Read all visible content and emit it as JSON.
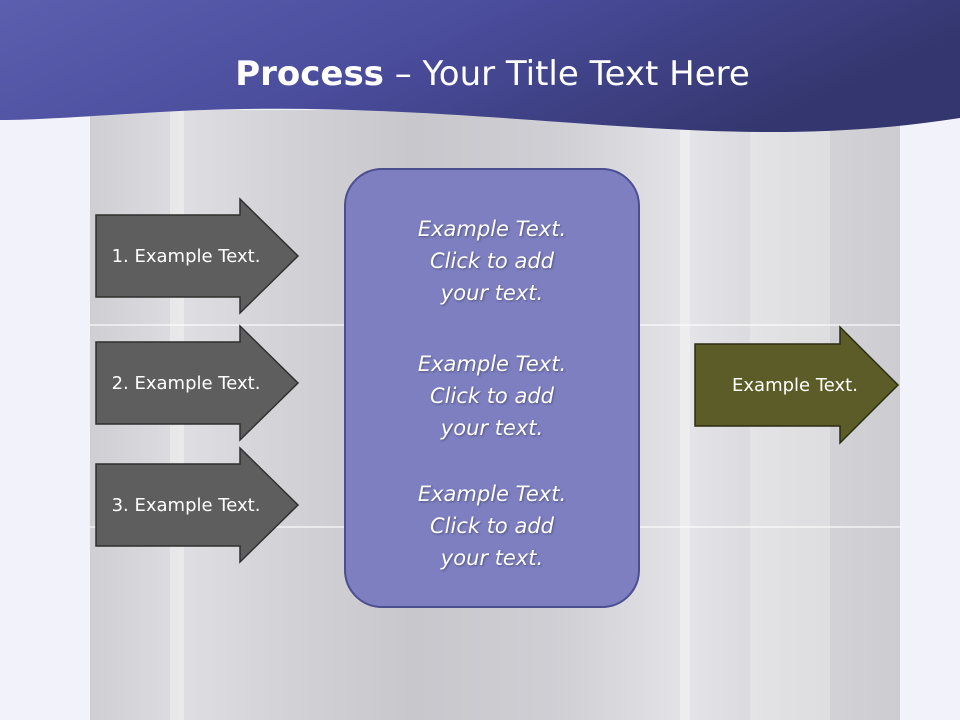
{
  "title": {
    "bold": "Process",
    "rest": " – Your Title Text Here"
  },
  "left_arrows": [
    {
      "label": "1. Example Text."
    },
    {
      "label": "2. Example Text."
    },
    {
      "label": "3. Example Text."
    }
  ],
  "center_box": {
    "blocks": [
      {
        "line1": "Example Text.",
        "line2": "Click  to add",
        "line3": "your text."
      },
      {
        "line1": "Example Text.",
        "line2": "Click  to add",
        "line3": "your text."
      },
      {
        "line1": "Example Text.",
        "line2": "Click  to add",
        "line3": "your text."
      }
    ]
  },
  "right_arrow": {
    "label": "Example Text."
  },
  "colors": {
    "header": "#4a4c9c",
    "left_arrow_fill": "#5e5e5e",
    "center_box_fill": "#7d7fc0",
    "right_arrow_fill": "#5c5c28"
  }
}
